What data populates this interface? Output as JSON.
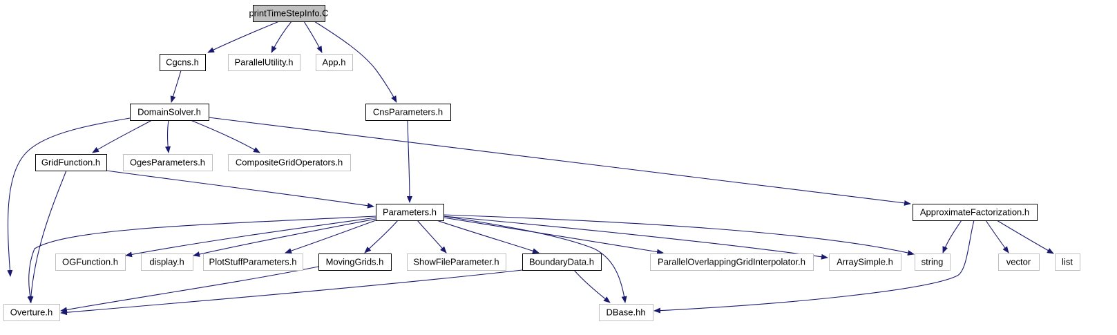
{
  "diagram": {
    "colors": {
      "edge": "#191970",
      "documented_border": "#000000",
      "undocumented_border": "#bfbfbf",
      "root_fill": "#bfbfbf",
      "fill": "#ffffff"
    },
    "nodes": [
      {
        "id": "root",
        "label": "printTimeStepInfo.C",
        "kind": "root"
      },
      {
        "id": "cgcns",
        "label": "Cgcns.h",
        "kind": "documented"
      },
      {
        "id": "parallelutility",
        "label": "ParallelUtility.h",
        "kind": "undocumented"
      },
      {
        "id": "app",
        "label": "App.h",
        "kind": "undocumented"
      },
      {
        "id": "cnsparameters",
        "label": "CnsParameters.h",
        "kind": "documented"
      },
      {
        "id": "domainsolver",
        "label": "DomainSolver.h",
        "kind": "documented"
      },
      {
        "id": "gridfunction",
        "label": "GridFunction.h",
        "kind": "documented"
      },
      {
        "id": "ogesparameters",
        "label": "OgesParameters.h",
        "kind": "undocumented"
      },
      {
        "id": "compositegridoperators",
        "label": "CompositeGridOperators.h",
        "kind": "undocumented"
      },
      {
        "id": "parameters",
        "label": "Parameters.h",
        "kind": "documented"
      },
      {
        "id": "approximatefactorization",
        "label": "ApproximateFactorization.h",
        "kind": "documented"
      },
      {
        "id": "ogfunction",
        "label": "OGFunction.h",
        "kind": "undocumented"
      },
      {
        "id": "display",
        "label": "display.h",
        "kind": "undocumented"
      },
      {
        "id": "plotstuffparameters",
        "label": "PlotStuffParameters.h",
        "kind": "undocumented"
      },
      {
        "id": "movinggrids",
        "label": "MovingGrids.h",
        "kind": "documented"
      },
      {
        "id": "showfileparameter",
        "label": "ShowFileParameter.h",
        "kind": "undocumented"
      },
      {
        "id": "boundarydata",
        "label": "BoundaryData.h",
        "kind": "documented"
      },
      {
        "id": "parallelinterp",
        "label": "ParallelOverlappingGridInterpolator.h",
        "kind": "undocumented"
      },
      {
        "id": "arraysimple",
        "label": "ArraySimple.h",
        "kind": "undocumented"
      },
      {
        "id": "string",
        "label": "string",
        "kind": "undocumented"
      },
      {
        "id": "vector",
        "label": "vector",
        "kind": "undocumented"
      },
      {
        "id": "list",
        "label": "list",
        "kind": "undocumented"
      },
      {
        "id": "overture",
        "label": "Overture.h",
        "kind": "undocumented"
      },
      {
        "id": "dbase",
        "label": "DBase.hh",
        "kind": "undocumented"
      }
    ],
    "edges": [
      {
        "from": "root",
        "to": "cgcns"
      },
      {
        "from": "root",
        "to": "parallelutility"
      },
      {
        "from": "root",
        "to": "app"
      },
      {
        "from": "root",
        "to": "cnsparameters"
      },
      {
        "from": "cgcns",
        "to": "domainsolver"
      },
      {
        "from": "cnsparameters",
        "to": "parameters"
      },
      {
        "from": "domainsolver",
        "to": "overture"
      },
      {
        "from": "domainsolver",
        "to": "gridfunction"
      },
      {
        "from": "domainsolver",
        "to": "ogesparameters"
      },
      {
        "from": "domainsolver",
        "to": "compositegridoperators"
      },
      {
        "from": "domainsolver",
        "to": "approximatefactorization"
      },
      {
        "from": "gridfunction",
        "to": "parameters"
      },
      {
        "from": "gridfunction",
        "to": "overture"
      },
      {
        "from": "parameters",
        "to": "overture"
      },
      {
        "from": "parameters",
        "to": "ogfunction"
      },
      {
        "from": "parameters",
        "to": "display"
      },
      {
        "from": "parameters",
        "to": "plotstuffparameters"
      },
      {
        "from": "parameters",
        "to": "movinggrids"
      },
      {
        "from": "parameters",
        "to": "showfileparameter"
      },
      {
        "from": "parameters",
        "to": "boundarydata"
      },
      {
        "from": "parameters",
        "to": "dbase"
      },
      {
        "from": "parameters",
        "to": "parallelinterp"
      },
      {
        "from": "parameters",
        "to": "arraysimple"
      },
      {
        "from": "parameters",
        "to": "string"
      },
      {
        "from": "approximatefactorization",
        "to": "string"
      },
      {
        "from": "approximatefactorization",
        "to": "dbase"
      },
      {
        "from": "approximatefactorization",
        "to": "vector"
      },
      {
        "from": "approximatefactorization",
        "to": "list"
      },
      {
        "from": "movinggrids",
        "to": "overture"
      },
      {
        "from": "boundarydata",
        "to": "overture"
      },
      {
        "from": "boundarydata",
        "to": "dbase"
      }
    ]
  }
}
